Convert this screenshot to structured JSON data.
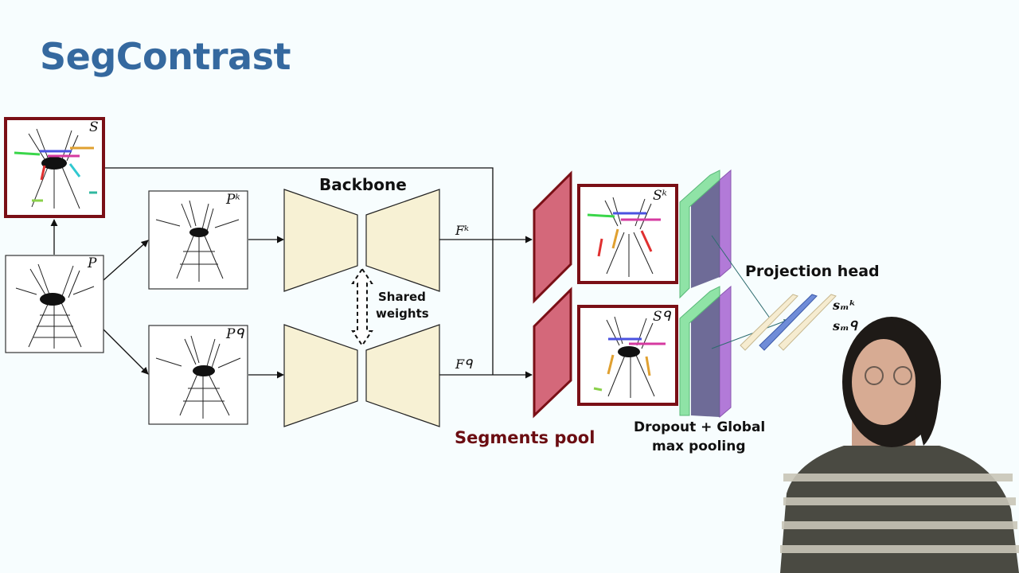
{
  "slide": {
    "title": "SegContrast"
  },
  "diagram": {
    "backbone_label": "Backbone",
    "shared_weights_line1": "Shared",
    "shared_weights_line2": "weights",
    "segments_pool_label": "Segments pool",
    "pooling_line1": "Dropout + Global",
    "pooling_line2": "max pooling",
    "projection_head_label": "Projection head",
    "symbols": {
      "segments": "S",
      "segments_k": "Sᵏ",
      "segments_q": "Sᑫ",
      "point_cloud": "P",
      "point_cloud_k": "Pᵏ",
      "point_cloud_q": "Pᑫ",
      "features_k": "Fᵏ",
      "features_q": "Fᑫ",
      "embedding_k": "sₘᵏ",
      "embedding_q": "sₘᑫ"
    }
  },
  "colors": {
    "title": "#35699f",
    "segments_pool_text": "#6b0d12",
    "frame": "#7a0f16",
    "pool_fill": "#d4687a",
    "encoder_fill": "#f7f1d4",
    "pool_green": "#8fe3a6",
    "pool_purple": "#b27ad8",
    "pool_dark": "#5e5b8c"
  }
}
